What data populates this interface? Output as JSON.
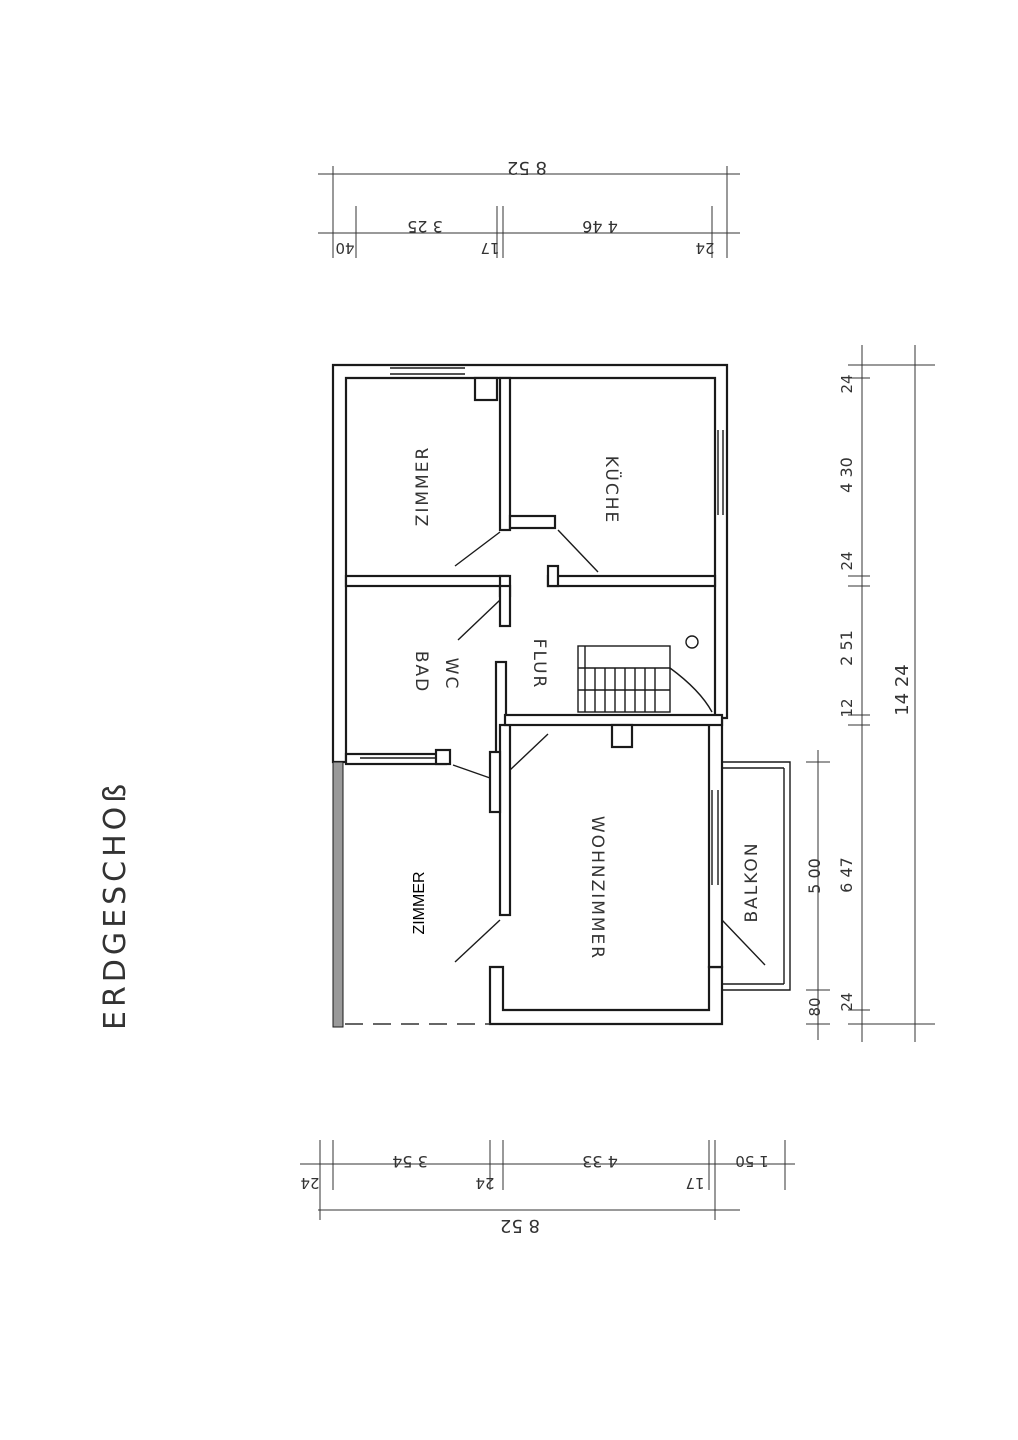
{
  "title": "ERDGESCHOß",
  "rooms": {
    "zimmer_top": "ZIMMER",
    "kueche": "KÜCHE",
    "bad": "BAD",
    "wc": "WC",
    "flur": "FLUR",
    "zimmer_bottom": "ZIMMER",
    "wohnzimmer": "WOHNZIMMER",
    "balkon": "BALKON"
  },
  "dimensions": {
    "top_total": "8 52",
    "top_parts": [
      "40",
      "3 25",
      "17",
      "4 46",
      "24"
    ],
    "bottom_total": "8 52",
    "bottom_parts": [
      "24",
      "3 54",
      "24",
      "4 33",
      "17",
      "1 50"
    ],
    "right_outer": [
      "24",
      "4 30",
      "24",
      "2 51",
      "12",
      "6 47",
      "24"
    ],
    "right_total": "14 24",
    "balcony": [
      "5 00",
      "80"
    ]
  }
}
